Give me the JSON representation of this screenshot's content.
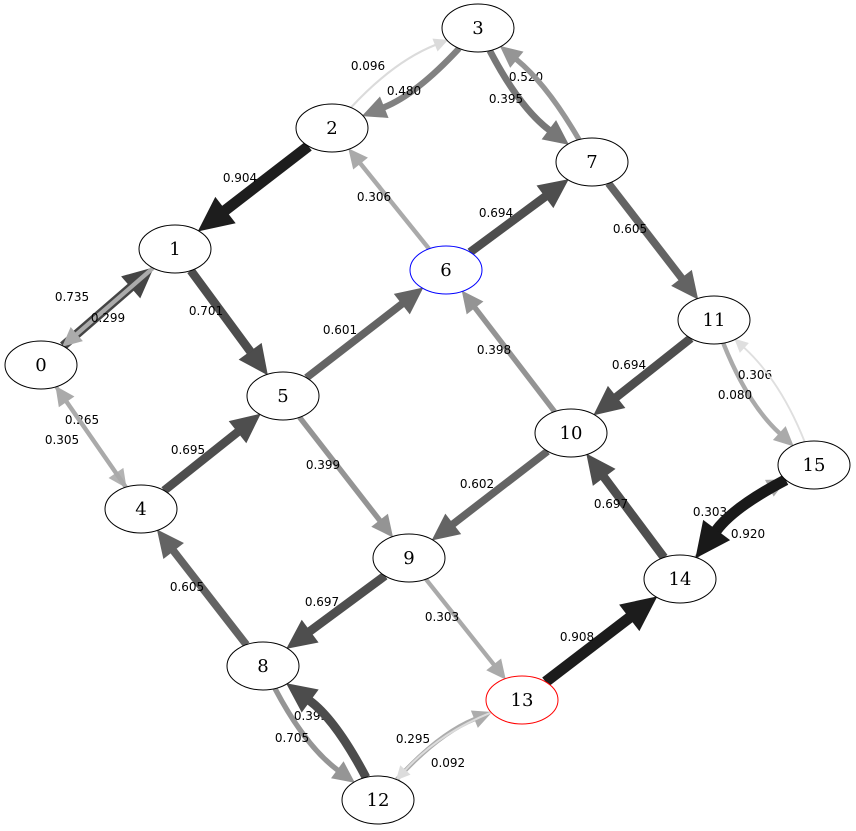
{
  "nodes": [
    {
      "id": "0",
      "label": "0",
      "stroke": "#000000"
    },
    {
      "id": "1",
      "label": "1",
      "stroke": "#000000"
    },
    {
      "id": "2",
      "label": "2",
      "stroke": "#000000"
    },
    {
      "id": "3",
      "label": "3",
      "stroke": "#000000"
    },
    {
      "id": "4",
      "label": "4",
      "stroke": "#000000"
    },
    {
      "id": "5",
      "label": "5",
      "stroke": "#000000"
    },
    {
      "id": "6",
      "label": "6",
      "stroke": "#0000ff"
    },
    {
      "id": "7",
      "label": "7",
      "stroke": "#000000"
    },
    {
      "id": "8",
      "label": "8",
      "stroke": "#000000"
    },
    {
      "id": "9",
      "label": "9",
      "stroke": "#000000"
    },
    {
      "id": "10",
      "label": "10",
      "stroke": "#000000"
    },
    {
      "id": "11",
      "label": "11",
      "stroke": "#000000"
    },
    {
      "id": "12",
      "label": "12",
      "stroke": "#000000"
    },
    {
      "id": "13",
      "label": "13",
      "stroke": "#ff0000"
    },
    {
      "id": "14",
      "label": "14",
      "stroke": "#000000"
    },
    {
      "id": "15",
      "label": "15",
      "stroke": "#000000"
    }
  ],
  "edges": [
    {
      "from": "0",
      "to": "1",
      "label": "0.735"
    },
    {
      "from": "1",
      "to": "0",
      "label": "0.299"
    },
    {
      "from": "0",
      "to": "4",
      "label": "0.265"
    },
    {
      "from": "4",
      "to": "0",
      "label": "0.305"
    },
    {
      "from": "1",
      "to": "5",
      "label": "0.701"
    },
    {
      "from": "2",
      "to": "1",
      "label": "0.904"
    },
    {
      "from": "2",
      "to": "3",
      "label": "0.096"
    },
    {
      "from": "3",
      "to": "2",
      "label": "0.480"
    },
    {
      "from": "3",
      "to": "7",
      "label": "0.520"
    },
    {
      "from": "7",
      "to": "3",
      "label": "0.395"
    },
    {
      "from": "4",
      "to": "5",
      "label": "0.695"
    },
    {
      "from": "5",
      "to": "6",
      "label": "0.601"
    },
    {
      "from": "5",
      "to": "9",
      "label": "0.399"
    },
    {
      "from": "6",
      "to": "2",
      "label": "0.306"
    },
    {
      "from": "6",
      "to": "7",
      "label": "0.694"
    },
    {
      "from": "7",
      "to": "11",
      "label": "0.605"
    },
    {
      "from": "8",
      "to": "4",
      "label": "0.605"
    },
    {
      "from": "8",
      "to": "12",
      "label": "0.395"
    },
    {
      "from": "9",
      "to": "8",
      "label": "0.697"
    },
    {
      "from": "9",
      "to": "13",
      "label": "0.303"
    },
    {
      "from": "10",
      "to": "6",
      "label": "0.398"
    },
    {
      "from": "10",
      "to": "9",
      "label": "0.602"
    },
    {
      "from": "11",
      "to": "10",
      "label": "0.694"
    },
    {
      "from": "11",
      "to": "15",
      "label": "0.306"
    },
    {
      "from": "12",
      "to": "8",
      "label": "0.705"
    },
    {
      "from": "12",
      "to": "13",
      "label": "0.295"
    },
    {
      "from": "13",
      "to": "12",
      "label": "0.092"
    },
    {
      "from": "13",
      "to": "14",
      "label": "0.908"
    },
    {
      "from": "14",
      "to": "10",
      "label": "0.697"
    },
    {
      "from": "14",
      "to": "15",
      "label": "0.303"
    },
    {
      "from": "15",
      "to": "11",
      "label": "0.080"
    },
    {
      "from": "15",
      "to": "14",
      "label": "0.920"
    }
  ]
}
